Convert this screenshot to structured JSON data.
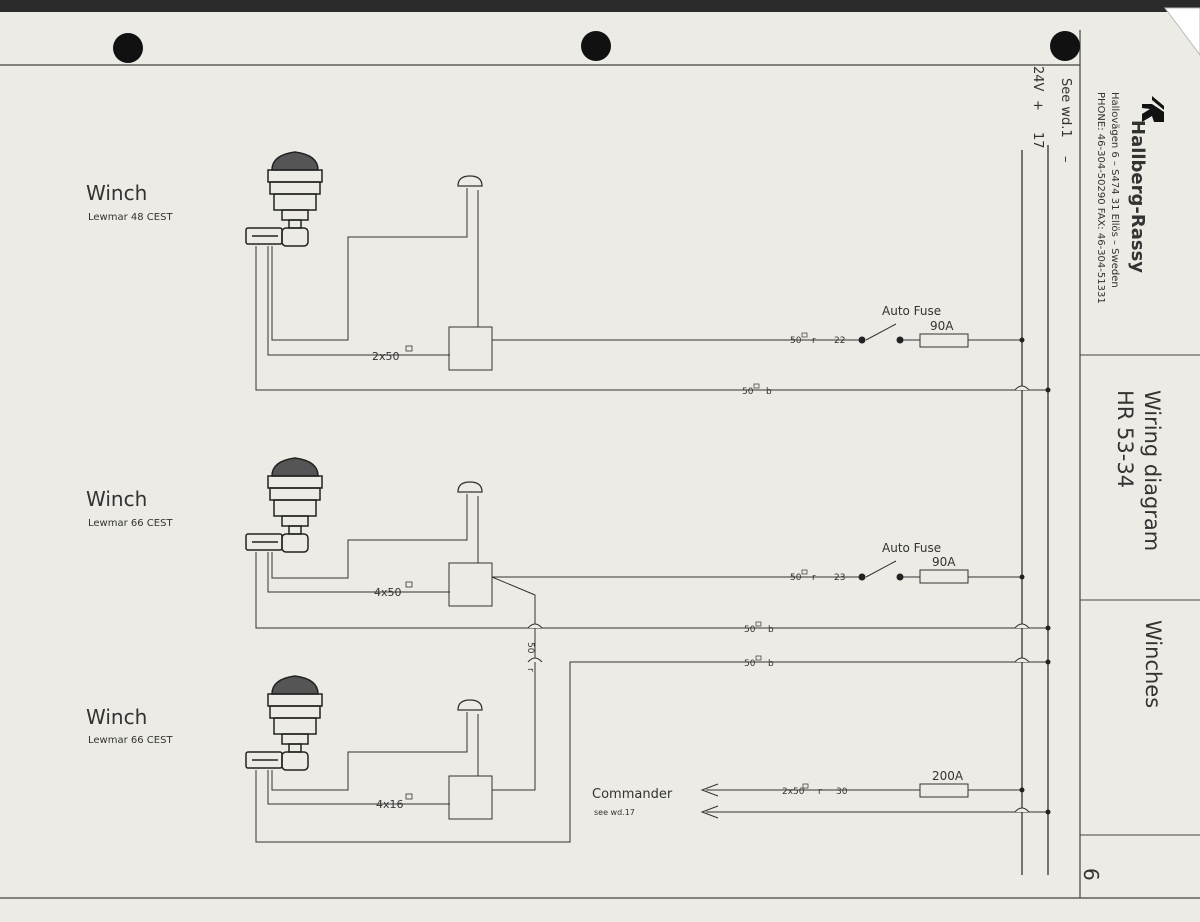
{
  "diagram": {
    "winches": [
      {
        "title": "Winch",
        "model": "Lewmar 48 CEST",
        "cable": "2x50",
        "feed": "50",
        "feed_suffix": "r",
        "circuit": "22",
        "fuse_label": "Auto Fuse",
        "fuse_rating": "90A",
        "return": "50",
        "return_suffix": "b"
      },
      {
        "title": "Winch",
        "model": "Lewmar 66 CEST",
        "cable": "4x50",
        "feed": "50",
        "feed_suffix": "r",
        "circuit": "23",
        "fuse_label": "Auto Fuse",
        "fuse_rating": "90A",
        "return": "50",
        "return_suffix": "b"
      },
      {
        "title": "Winch",
        "model": "Lewmar 66 CEST",
        "cable": "4x16",
        "return": "50",
        "return_suffix": "b"
      }
    ],
    "link_wire": "50",
    "link_suffix": "r",
    "commander": {
      "title": "Commander",
      "ref": "see wd.17",
      "cable": "2x50",
      "suffix": "r",
      "circuit": "30",
      "fuse_rating": "200A"
    },
    "bus": {
      "ref": "See wd.1",
      "voltage": "24V",
      "minus": "–",
      "plus": "+",
      "wire": "17"
    }
  },
  "title_block": {
    "company": "Hallberg-Rassy",
    "address": "Hallovägen 6 – S474 31 Ellös – Sweden",
    "phone": "PHONE: 46-304-50290 FAX: 46-304-51331",
    "doc_title": "Wiring diagram",
    "model": "HR 53-34",
    "section": "Winches",
    "page": "6"
  }
}
